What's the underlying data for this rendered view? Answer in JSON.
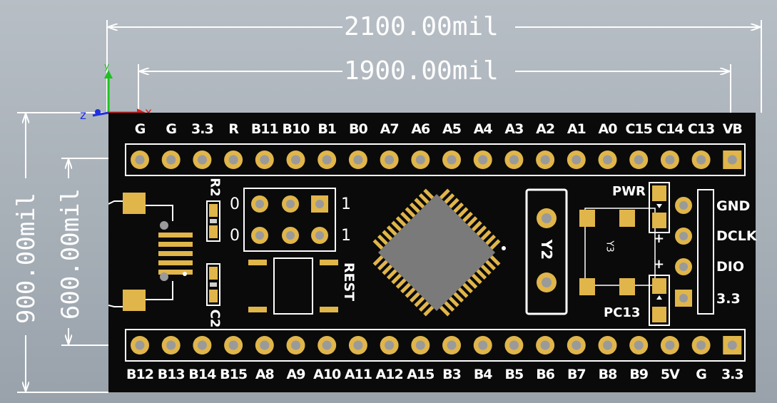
{
  "dimensions": {
    "board_width": "2100.00mil",
    "pin_span": "1900.00mil",
    "board_height": "900.00mil",
    "row_spacing": "600.00mil"
  },
  "axes": {
    "x": "x",
    "y": "y",
    "z": "z"
  },
  "top_pin_labels": [
    "G",
    "G",
    "3.3",
    "R",
    "B11",
    "B10",
    "B1",
    "B0",
    "A7",
    "A6",
    "A5",
    "A4",
    "A3",
    "A2",
    "A1",
    "A0",
    "C15",
    "C14",
    "C13",
    "VB"
  ],
  "bottom_pin_labels": [
    "B12",
    "B13",
    "B14",
    "B15",
    "A8",
    "A9",
    "A10",
    "A11",
    "A12",
    "A15",
    "B3",
    "B4",
    "B5",
    "B6",
    "B7",
    "B8",
    "B9",
    "5V",
    "G",
    "3.3"
  ],
  "components": {
    "r2": "R2",
    "c2": "C2",
    "rest": "REST",
    "y2": "Y2",
    "y3": "Y3",
    "pwr": "PWR",
    "pc13": "PC13"
  },
  "jumper": {
    "left_top": "0",
    "left_bottom": "0",
    "right_top": "1",
    "right_bottom": "1"
  },
  "led_marks": {
    "pwr_plus": "+",
    "pc13_plus": "+"
  },
  "swd_labels": [
    "GND",
    "DCLK",
    "DIO",
    "3.3"
  ],
  "colors": {
    "background": "#a9b1b9",
    "board": "#0a0a0a",
    "pad": "#e0b54a",
    "silk": "#ffffff",
    "chip": "#7a7a7a",
    "axis_x": "#e02020",
    "axis_y": "#20c020",
    "axis_z": "#2030e0"
  }
}
